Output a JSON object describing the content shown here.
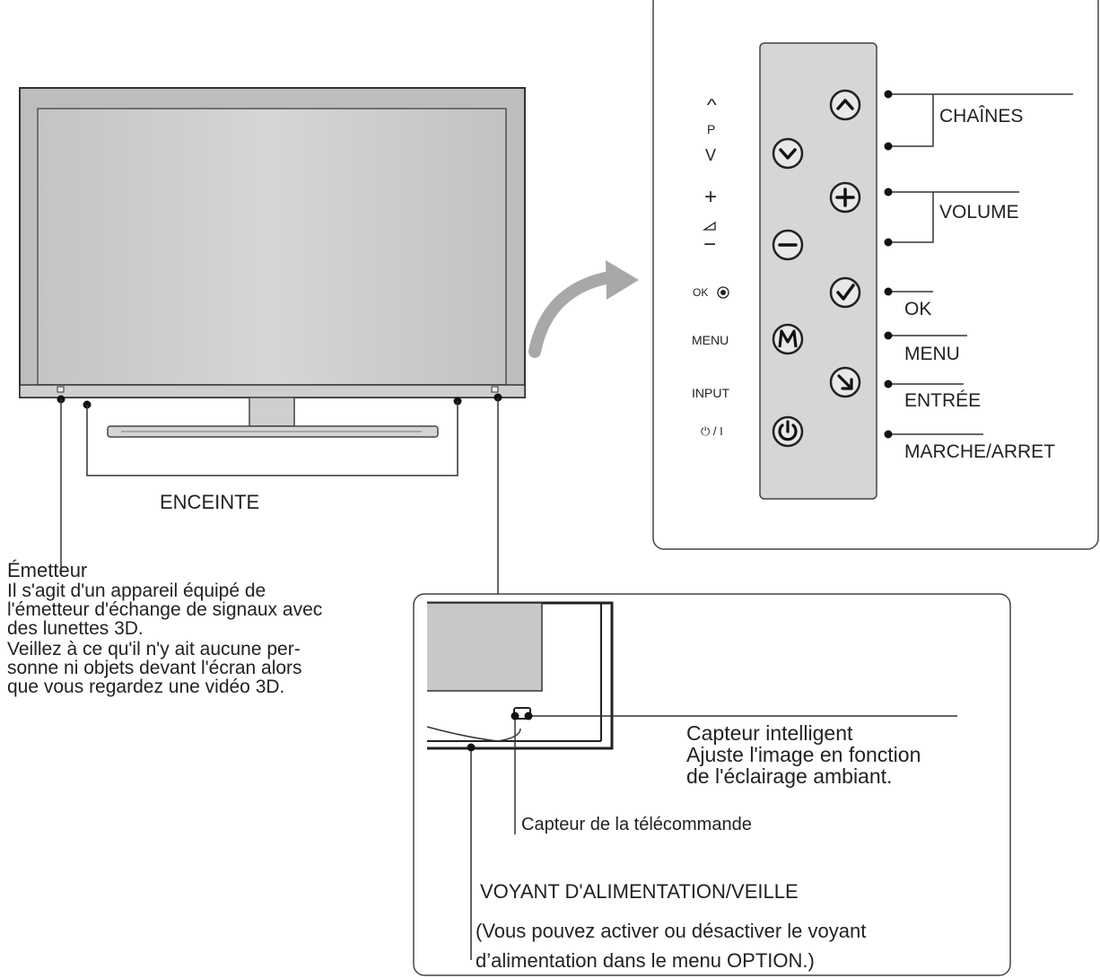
{
  "panel": {
    "side_labels": {
      "channel_up": "^",
      "channel_p": "P",
      "channel_down": "V",
      "vol_plus": "+",
      "vol_minus": "−",
      "ok": "OK",
      "menu": "MENU",
      "input": "INPUT",
      "power": "⏻ / I"
    },
    "callouts": {
      "channels": "CHAÎNES",
      "volume": "VOLUME",
      "ok": "OK",
      "menu": "MENU",
      "input": "ENTRÉE",
      "power": "MARCHE/ARRET"
    }
  },
  "tv": {
    "speaker_label": "ENCEINTE"
  },
  "emitter": {
    "title": "Émetteur",
    "lines": [
      "Il s'agit d'un appareil équipé de",
      "l'émetteur d'échange de signaux avec",
      "des lunettes 3D.",
      "Veillez à ce qu'il n'y ait aucune per-",
      "sonne ni objets devant l'écran alors",
      "que vous regardez une vidéo 3D."
    ]
  },
  "detail": {
    "smart_sensor": [
      "Capteur intelligent",
      "Ajuste l'image en fonction",
      "de l'éclairage ambiant."
    ],
    "remote_sensor": "Capteur de la télécommande",
    "power_led_title": "VOYANT D'ALIMENTATION/VEILLE",
    "power_led_note": [
      "(Vous pouvez activer ou désactiver le voyant",
      "d’alimentation dans le menu OPTION.)"
    ]
  }
}
